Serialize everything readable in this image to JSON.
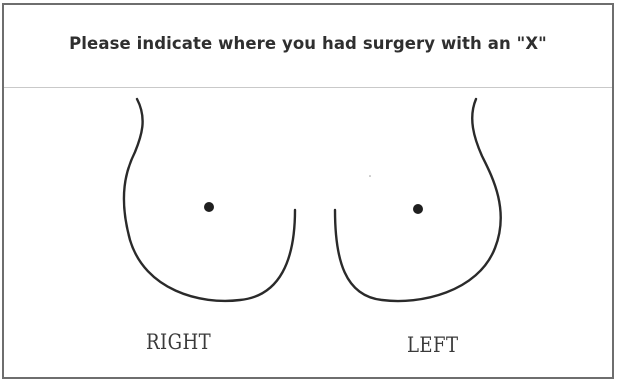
{
  "form": {
    "instruction": "Please indicate where you had surgery with an \"X\""
  },
  "diagram": {
    "right_label": "RIGHT",
    "left_label": "LEFT"
  }
}
